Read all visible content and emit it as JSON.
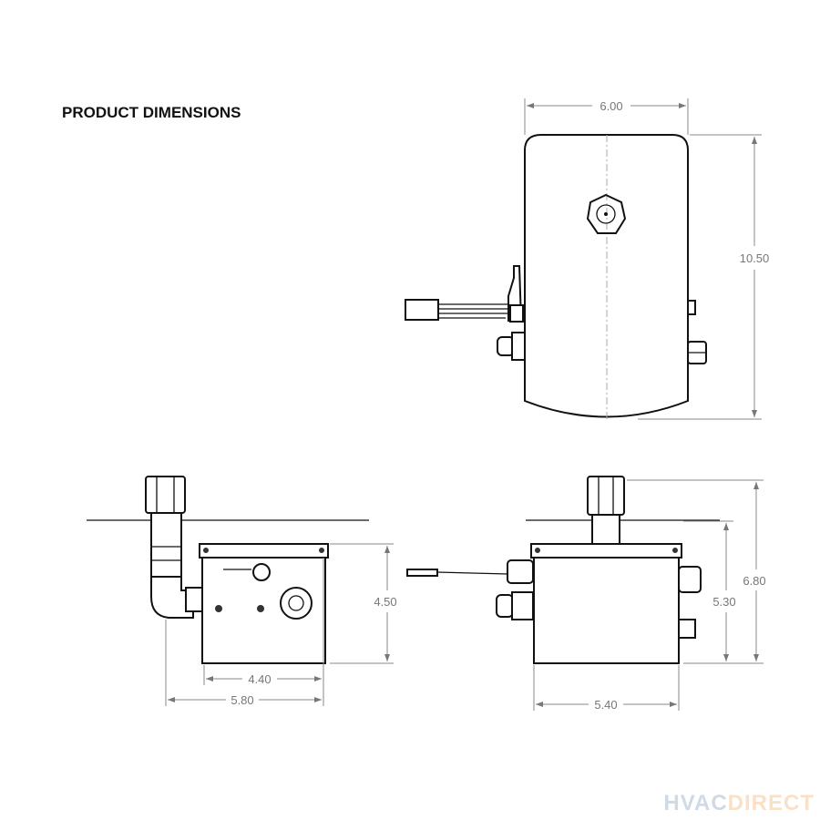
{
  "title": "PRODUCT DIMENSIONS",
  "top_view": {
    "width": "6.00",
    "height": "10.50"
  },
  "side_view": {
    "height": "4.50",
    "box_width": "4.40",
    "overall_width": "5.80"
  },
  "front_view": {
    "width": "5.40",
    "body_height": "5.30",
    "overall_height": "6.80"
  },
  "watermark": {
    "part1": "HVAC",
    "part2": "DIRECT"
  }
}
